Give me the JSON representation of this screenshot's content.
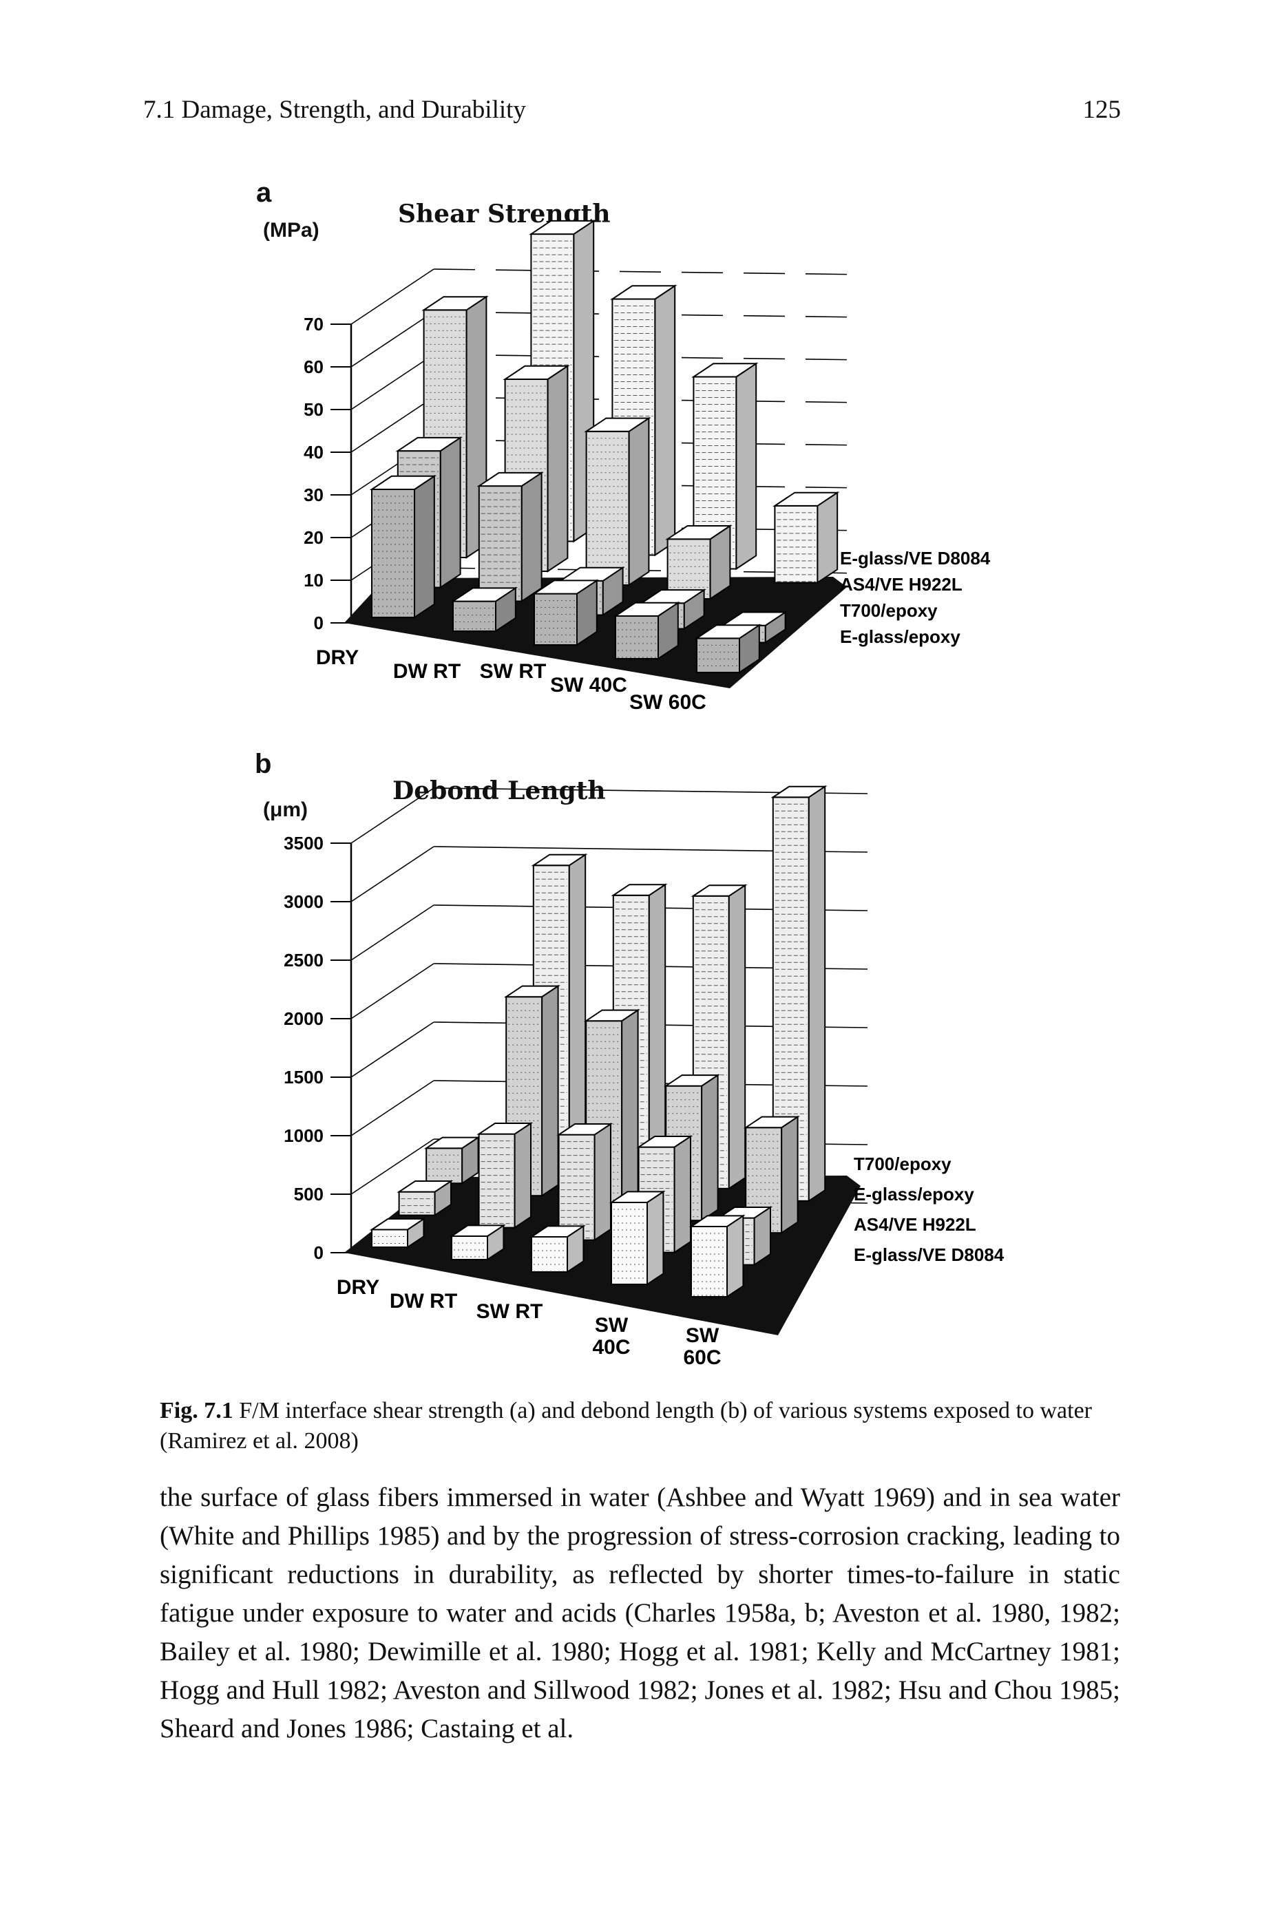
{
  "header": {
    "section_title": "7.1 Damage, Strength, and Durability",
    "page_number": "125"
  },
  "figure": {
    "caption_label": "Fig. 7.1",
    "caption_text": "F/M interface shear strength (a) and debond length (b) of various systems exposed to water (Ramirez et al. 2008)"
  },
  "chart_data": [
    {
      "panel": "a",
      "type": "bar",
      "title": "Shear Strength",
      "ylabel": "(MPa)",
      "ylim": [
        0,
        70
      ],
      "yticks": [
        "0",
        "10",
        "20",
        "30",
        "40",
        "50",
        "60",
        "70"
      ],
      "category_labels": [
        "DRY",
        "DW RT",
        "SW RT",
        "SW 40C",
        "SW 60C"
      ],
      "categories": [
        "DRY",
        "DW RT",
        "SW RT",
        "SW 40C",
        "SW 60C"
      ],
      "series": [
        {
          "name": "E-glass/VE D8084",
          "values": [
            null,
            72,
            60,
            45,
            18
          ],
          "color": "#f4f4f4"
        },
        {
          "name": "AS4/VE H922L",
          "values": [
            58,
            45,
            36,
            14,
            null
          ],
          "color": "#dcdcdc"
        },
        {
          "name": "T700/epoxy",
          "values": [
            32,
            27,
            8,
            6,
            4
          ],
          "color": "#c8c8c8"
        },
        {
          "name": "E-glass/epoxy",
          "values": [
            30,
            7,
            12,
            10,
            8
          ],
          "color": "#b4b4b4"
        }
      ]
    },
    {
      "panel": "b",
      "type": "bar",
      "title": "Debond Length",
      "ylabel": "(μm)",
      "ylim": [
        0,
        3500
      ],
      "yticks": [
        "0",
        "500",
        "1000",
        "1500",
        "2000",
        "2500",
        "3000",
        "3500"
      ],
      "category_labels": [
        "DRY",
        "DW RT",
        "SW RT",
        "SW\n40C",
        "SW\n60C"
      ],
      "categories": [
        "DRY",
        "DW RT",
        "SW RT",
        "SW 40C",
        "SW 60C"
      ],
      "series": [
        {
          "name": "T700/epoxy",
          "values": [
            null,
            2550,
            2400,
            2500,
            3450
          ],
          "color": "#eeeeee"
        },
        {
          "name": "E-glass/epoxy",
          "values": [
            300,
            1700,
            1600,
            1150,
            900
          ],
          "color": "#d2d2d2"
        },
        {
          "name": "AS4/VE H922L",
          "values": [
            200,
            800,
            900,
            900,
            400
          ],
          "color": "#e4e4e4"
        },
        {
          "name": "E-glass/VE D8084",
          "values": [
            150,
            200,
            300,
            700,
            600
          ],
          "color": "#fafafa"
        }
      ]
    }
  ],
  "body_text": "the surface of glass fibers immersed in water (Ashbee and Wyatt 1969) and in sea water (White and Phillips 1985) and by the progression of stress-corrosion cracking, leading to significant reductions in durability, as reflected by shorter times-to-failure in static fatigue under exposure to water and acids (Charles 1958a, b; Aveston et al. 1980, 1982; Bailey et al. 1980; Dewimille et al. 1980; Hogg et al. 1981; Kelly and McCartney 1981; Hogg and Hull 1982; Aveston and Sillwood 1982; Jones et al. 1982; Hsu and Chou 1985; Sheard and Jones 1986; Castaing et al."
}
